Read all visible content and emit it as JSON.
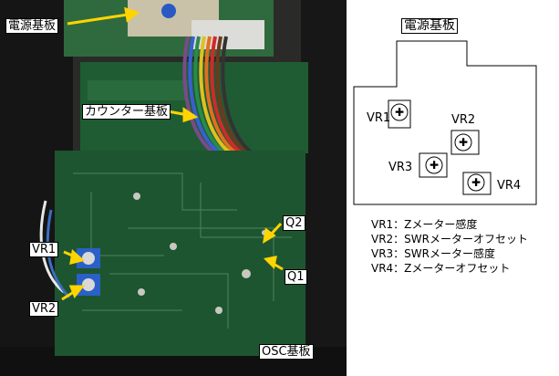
{
  "photo": {
    "labels": {
      "power_board": "電源基板",
      "counter_board": "カウンター基板",
      "vr1": "VR1",
      "vr2": "VR2",
      "q1": "Q1",
      "q2": "Q2",
      "osc_board": "OSC基板"
    },
    "colors": {
      "arrow": "#ffd400",
      "pcb": "#1f5a34",
      "case": "#1a1a1a"
    }
  },
  "diagram": {
    "title": "電源基板",
    "vr_labels": [
      "VR1",
      "VR2",
      "VR3",
      "VR4"
    ],
    "legend": [
      "VR1：Zメーター感度",
      "VR2：SWRメーターオフセット",
      "VR3：SWRメーター感度",
      "VR4：Zメーターオフセット"
    ]
  }
}
